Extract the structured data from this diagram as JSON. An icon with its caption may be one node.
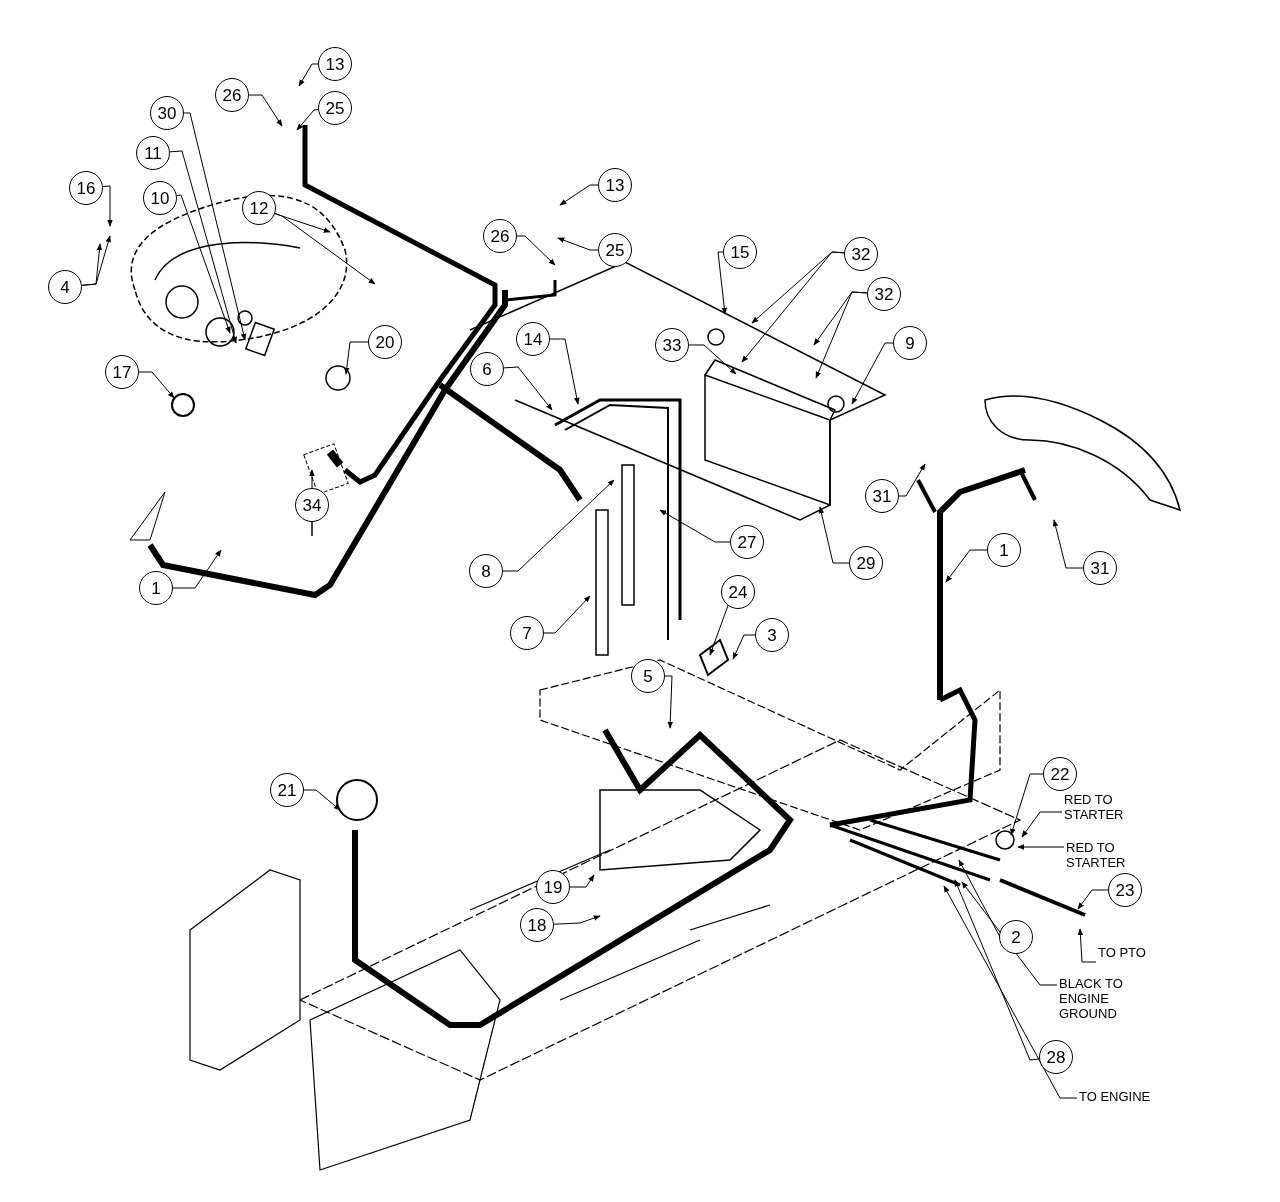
{
  "diagram": {
    "nodes": [
      {
        "text": [
          "13"
        ]
      },
      {
        "text": [
          "26"
        ]
      },
      {
        "text": [
          "25"
        ]
      },
      {
        "text": [
          "30"
        ]
      },
      {
        "text": [
          "11"
        ]
      },
      {
        "text": [
          "16"
        ]
      },
      {
        "text": [
          "13"
        ]
      },
      {
        "text": [
          "10"
        ]
      },
      {
        "text": [
          "12"
        ]
      },
      {
        "text": [
          "26"
        ]
      },
      {
        "text": [
          "25"
        ]
      },
      {
        "text": [
          "15"
        ]
      },
      {
        "text": [
          "32"
        ]
      },
      {
        "text": [
          "4"
        ]
      },
      {
        "text": [
          "32"
        ]
      },
      {
        "text": [
          "14"
        ]
      },
      {
        "text": [
          "33"
        ]
      },
      {
        "text": [
          "20"
        ]
      },
      {
        "text": [
          "9"
        ]
      },
      {
        "text": [
          "6"
        ]
      },
      {
        "text": [
          "17"
        ]
      },
      {
        "text": [
          "31"
        ]
      },
      {
        "text": [
          "34"
        ]
      },
      {
        "text": [
          "27"
        ]
      },
      {
        "text": [
          "1"
        ]
      },
      {
        "text": [
          "29"
        ]
      },
      {
        "text": [
          "8"
        ]
      },
      {
        "text": [
          "31"
        ]
      },
      {
        "text": [
          "1"
        ]
      },
      {
        "text": [
          "24"
        ]
      },
      {
        "text": [
          "7"
        ]
      },
      {
        "text": [
          "3"
        ]
      },
      {
        "text": [
          "5"
        ]
      },
      {
        "text": [
          "22"
        ]
      },
      {
        "text": [
          "21"
        ]
      },
      {
        "text": [
          "RED TO STARTER"
        ]
      },
      {
        "text": [
          "RED TO STARTER"
        ]
      },
      {
        "text": [
          "23"
        ]
      },
      {
        "text": [
          "19"
        ]
      },
      {
        "text": [
          "18"
        ]
      },
      {
        "text": [
          "2"
        ]
      },
      {
        "text": [
          "TO PTO"
        ]
      },
      {
        "text": [
          "BLACK TO ENGINE GROUND"
        ]
      },
      {
        "text": [
          "28"
        ]
      },
      {
        "text": [
          "TO ENGINE"
        ]
      }
    ],
    "edges": [
      {
        "from": 0,
        "to": null,
        "arrow": "to"
      },
      {
        "from": 1,
        "to": null,
        "arrow": "to"
      },
      {
        "from": 2,
        "to": null,
        "arrow": "to"
      },
      {
        "from": 3,
        "to": null,
        "arrow": "to"
      },
      {
        "from": 4,
        "to": null,
        "arrow": "to"
      },
      {
        "from": 5,
        "to": null,
        "arrow": "to"
      },
      {
        "from": 6,
        "to": null,
        "arrow": "to"
      },
      {
        "from": 7,
        "to": null,
        "arrow": "to"
      },
      {
        "from": 8,
        "to": null,
        "arrow": "to"
      },
      {
        "from": 8,
        "to": null,
        "arrow": "to"
      },
      {
        "from": 9,
        "to": null,
        "arrow": "to"
      },
      {
        "from": 10,
        "to": null,
        "arrow": "to"
      },
      {
        "from": 11,
        "to": null,
        "arrow": "to"
      },
      {
        "from": 12,
        "to": null,
        "arrow": "to"
      },
      {
        "from": 12,
        "to": null,
        "arrow": "to"
      },
      {
        "from": 13,
        "to": null,
        "arrow": "to"
      },
      {
        "from": 13,
        "to": null,
        "arrow": "to"
      },
      {
        "from": 14,
        "to": null,
        "arrow": "to"
      },
      {
        "from": 14,
        "to": null,
        "arrow": "to"
      },
      {
        "from": 15,
        "to": null,
        "arrow": "to"
      },
      {
        "from": 16,
        "to": null,
        "arrow": "to"
      },
      {
        "from": 17,
        "to": null,
        "arrow": "to"
      },
      {
        "from": 18,
        "to": null,
        "arrow": "to"
      },
      {
        "from": 19,
        "to": null,
        "arrow": "to"
      },
      {
        "from": 20,
        "to": null,
        "arrow": "to"
      },
      {
        "from": 21,
        "to": null,
        "arrow": "to"
      },
      {
        "from": 22,
        "to": null,
        "arrow": "to"
      },
      {
        "from": 23,
        "to": null,
        "arrow": "to"
      },
      {
        "from": 24,
        "to": null,
        "arrow": "to"
      },
      {
        "from": 25,
        "to": null,
        "arrow": "to"
      },
      {
        "from": 26,
        "to": null,
        "arrow": "to"
      },
      {
        "from": 27,
        "to": null,
        "arrow": "to"
      },
      {
        "from": 28,
        "to": null,
        "arrow": "to"
      },
      {
        "from": 29,
        "to": null,
        "arrow": "to"
      },
      {
        "from": 30,
        "to": null,
        "arrow": "to"
      },
      {
        "from": 31,
        "to": null,
        "arrow": "to"
      },
      {
        "from": 32,
        "to": null,
        "arrow": "to"
      },
      {
        "from": 33,
        "to": null,
        "arrow": "to"
      },
      {
        "from": 34,
        "to": null,
        "arrow": "to"
      },
      {
        "from": 35,
        "to": null,
        "arrow": "to"
      },
      {
        "from": 36,
        "to": null,
        "arrow": "to"
      },
      {
        "from": 37,
        "to": null,
        "arrow": "to"
      },
      {
        "from": 38,
        "to": null,
        "arrow": "to"
      },
      {
        "from": 39,
        "to": null,
        "arrow": "to"
      },
      {
        "from": 40,
        "to": null,
        "arrow": "to"
      },
      {
        "from": 41,
        "to": null,
        "arrow": "to"
      },
      {
        "from": 42,
        "to": null,
        "arrow": "to"
      },
      {
        "from": 43,
        "to": null,
        "arrow": "to"
      },
      {
        "from": 44,
        "to": null,
        "arrow": "to"
      }
    ]
  }
}
